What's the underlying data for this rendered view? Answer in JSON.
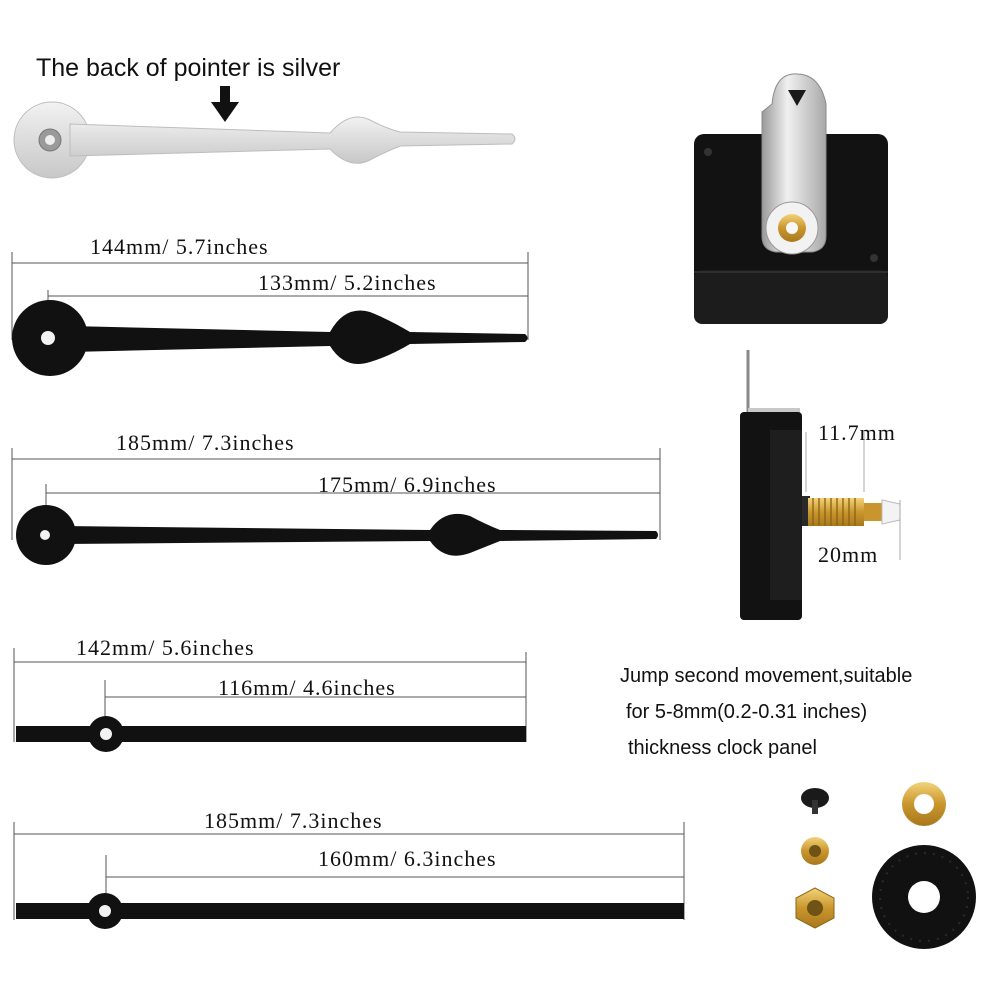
{
  "header": {
    "silver_note": "The back of pointer is silver"
  },
  "hands": [
    {
      "total_label": "144mm/ 5.7inches",
      "center_label": "133mm/ 5.2inches"
    },
    {
      "total_label": "185mm/ 7.3inches",
      "center_label": "175mm/ 6.9inches"
    },
    {
      "total_label": "142mm/ 5.6inches",
      "center_label": "116mm/ 4.6inches"
    },
    {
      "total_label": "185mm/ 7.3inches",
      "center_label": "160mm/ 6.3inches"
    }
  ],
  "movement": {
    "shaft_thread_label": "11.7mm",
    "shaft_total_label": "20mm"
  },
  "caption": {
    "line1": "Jump second movement,suitable",
    "line2": "for 5-8mm(0.2-0.31 inches)",
    "line3": "thickness clock panel"
  },
  "colors": {
    "hand_black": "#111111",
    "silver": "#e6e6e6",
    "brass": "#d4a640",
    "dim_line": "#555555"
  }
}
